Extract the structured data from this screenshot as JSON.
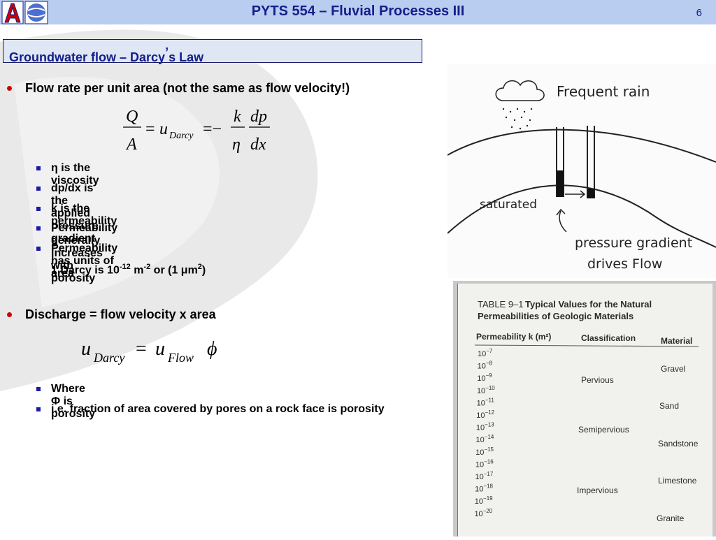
{
  "header": {
    "title": "PYTS 554 – Fluvial Processes III",
    "page_number": "6"
  },
  "section": {
    "title_a": "Groundwater flow – Darcy",
    "title_apos": "’",
    "title_b": "s Law"
  },
  "bullets": {
    "b1": "Flow rate per unit area (not the same as flow velocity!)",
    "s1": "η is the viscosity",
    "s2": "dp/dx is the applied pressure gradient",
    "s3": "k is the permeability",
    "s4": "Permeability generally increases with porosity",
    "s5": "Permeability has units of area",
    "darcy_a": "1 Darcy is 10",
    "darcy_exp1": "-12",
    "darcy_b": " m",
    "darcy_exp2": "-2",
    "darcy_c": " or (1 μm",
    "darcy_exp3": "2",
    "darcy_d": ")",
    "b2": "Discharge = flow velocity x area",
    "s6": "Where Φ is porosity",
    "s7": "i.e. fraction of area covered by pores on a rock face is porosity"
  },
  "equations": {
    "eq1": {
      "Q": "Q",
      "A": "A",
      "eq": "=",
      "u": "u",
      "sub": "Darcy",
      "eq2": "=−",
      "k": "k",
      "eta": "η",
      "dp": "dp",
      "dx": "dx"
    },
    "eq2": {
      "u1": "u",
      "sub1": "Darcy",
      "eq": "=",
      "u2": "u",
      "sub2": "Flow",
      "phi": "ϕ"
    }
  },
  "sketch": {
    "rain": "Frequent rain",
    "saturated": "saturated",
    "gradient1": "pressure gradient",
    "gradient2": "drives Flow"
  },
  "table": {
    "title_a": "TABLE 9–1",
    "title_b": "Typical Values for the Natural",
    "title_c": "Permeabilities of Geologic Materials",
    "col1": "Permeability k (m²)",
    "col2": "Classification",
    "col3": "Material",
    "exponents": [
      "−7",
      "−8",
      "−9",
      "−10",
      "−11",
      "−12",
      "−13",
      "−14",
      "−15",
      "−16",
      "−17",
      "−18",
      "−19",
      "−20"
    ],
    "base": "10",
    "classes": [
      "Pervious",
      "Semipervious",
      "Impervious"
    ],
    "materials": [
      "Gravel",
      "Sand",
      "Sandstone",
      "Limestone",
      "Granite"
    ]
  },
  "colors": {
    "title_blue": "#13208a",
    "titlebar": "#b9cdf0",
    "bullet_red": "#cc0000",
    "sub_bullet_blue": "#1a1aa6"
  }
}
